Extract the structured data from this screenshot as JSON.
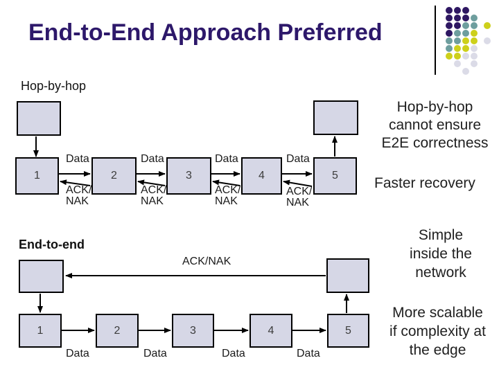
{
  "title": "End-to-End Approach Preferred",
  "colors": {
    "title": "#2d186a",
    "box_fill": "#d6d7e6",
    "box_border": "#000000",
    "text": "#202020",
    "ornament_purple": "#2e1762",
    "ornament_teal": "#6e9e9e",
    "ornament_yellow": "#cdd01b",
    "ornament_gray": "#dbdbe7"
  },
  "hop": {
    "label": "Hop-by-hop",
    "nodes": [
      "1",
      "2",
      "3",
      "4",
      "5"
    ],
    "data_label": "Data",
    "ack_line1": "ACK/",
    "ack_line2": "NAK"
  },
  "e2e": {
    "label": "End-to-end",
    "nodes": [
      "1",
      "2",
      "3",
      "4",
      "5"
    ],
    "data_label": "Data",
    "acknak_label": "ACK/NAK"
  },
  "notes": {
    "hop_note": [
      "Hop-by-hop",
      "cannot ensure",
      "E2E correctness"
    ],
    "recovery_note": "Faster recovery",
    "simple_note": [
      "Simple",
      "inside the",
      "network"
    ],
    "scalable_note": [
      "More scalable",
      "if complexity at",
      "the edge"
    ]
  },
  "ornament": {
    "dot_size": 10,
    "rows": [
      {
        "y": 0,
        "dots": [
          [
            0,
            "P"
          ],
          [
            12,
            "P"
          ],
          [
            24,
            "P"
          ]
        ]
      },
      {
        "y": 11,
        "dots": [
          [
            0,
            "P"
          ],
          [
            12,
            "P"
          ],
          [
            24,
            "P"
          ],
          [
            36,
            "T"
          ]
        ]
      },
      {
        "y": 22,
        "dots": [
          [
            0,
            "P"
          ],
          [
            12,
            "P"
          ],
          [
            24,
            "T"
          ],
          [
            36,
            "T"
          ],
          [
            55,
            "Y"
          ]
        ]
      },
      {
        "y": 33,
        "dots": [
          [
            0,
            "P"
          ],
          [
            12,
            "T"
          ],
          [
            24,
            "T"
          ],
          [
            36,
            "Y"
          ]
        ]
      },
      {
        "y": 44,
        "dots": [
          [
            0,
            "T"
          ],
          [
            12,
            "T"
          ],
          [
            24,
            "Y"
          ],
          [
            36,
            "Y"
          ],
          [
            55,
            "G"
          ]
        ]
      },
      {
        "y": 55,
        "dots": [
          [
            0,
            "T"
          ],
          [
            12,
            "Y"
          ],
          [
            24,
            "Y"
          ],
          [
            36,
            "G"
          ]
        ]
      },
      {
        "y": 66,
        "dots": [
          [
            0,
            "Y"
          ],
          [
            12,
            "Y"
          ],
          [
            24,
            "G"
          ],
          [
            36,
            "G"
          ]
        ]
      },
      {
        "y": 77,
        "dots": [
          [
            12,
            "G"
          ],
          [
            36,
            "G"
          ]
        ]
      },
      {
        "y": 88,
        "dots": [
          [
            24,
            "G"
          ]
        ]
      }
    ]
  }
}
